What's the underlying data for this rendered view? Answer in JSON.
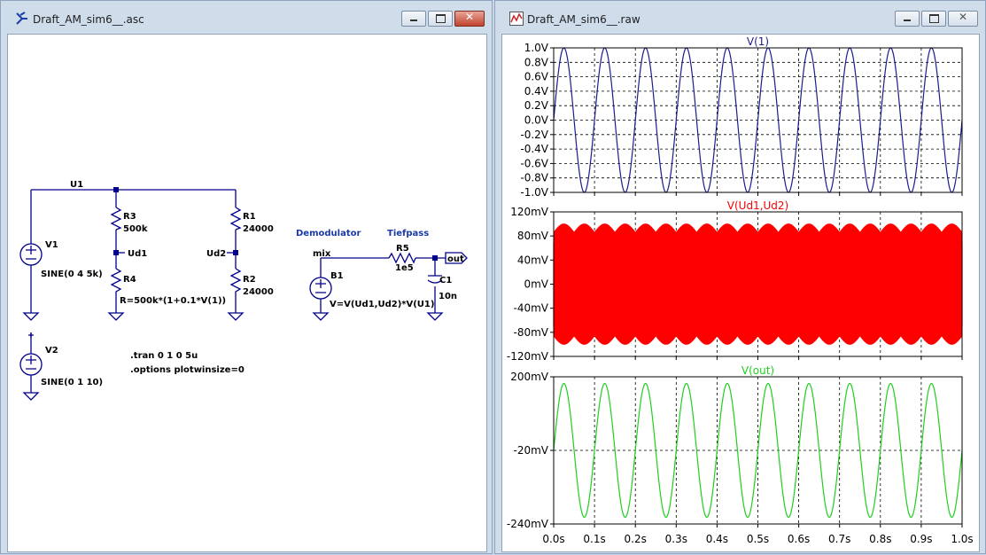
{
  "schematic_window": {
    "title": "Draft_AM_sim6__.asc",
    "controls": {
      "minimize": "minimize",
      "maximize": "maximize",
      "close": "✕"
    },
    "labels": {
      "U1": "U1",
      "R3": "R3",
      "R3_val": "500k",
      "Ud1": "Ud1",
      "R4": "R4",
      "R4_val": "R=500k*(1+0.1*V(1))",
      "R1": "R1",
      "R1_val": "24000",
      "Ud2": "Ud2",
      "R2": "R2",
      "R2_val": "24000",
      "V1": "V1",
      "V1_val": "SINE(0 4 5k)",
      "V2": "V2",
      "V2_val": "SINE(0 1 10)",
      "demodulator": "Demodulator",
      "tiefpass": "Tiefpass",
      "mix": "mix",
      "R5": "R5",
      "R5_val": "1e5",
      "out": "out",
      "C1": "C1",
      "C1_val": "10n",
      "B1": "B1",
      "B1_val": "V=V(Ud1,Ud2)*V(U1)",
      "tran": ".tran 0 1 0 5u",
      "options": ".options plotwinsize=0"
    }
  },
  "waveform_window": {
    "title": "Draft_AM_sim6__.raw",
    "controls": {
      "minimize": "minimize",
      "maximize": "maximize",
      "close": "✕"
    },
    "x_ticks": [
      "0.0s",
      "0.1s",
      "0.2s",
      "0.3s",
      "0.4s",
      "0.5s",
      "0.6s",
      "0.7s",
      "0.8s",
      "0.9s",
      "1.0s"
    ]
  },
  "colors": {
    "trace_v1": "#1c1c8c",
    "trace_vdiff": "#ff0000",
    "trace_vout": "#1fcf1f",
    "wire": "#00008b",
    "grid": "#000000"
  },
  "chart_data": [
    {
      "type": "line",
      "title": "V(1)",
      "x_range": [
        0,
        1.0
      ],
      "ylim": [
        -1.0,
        1.0
      ],
      "y_ticks": [
        "1.0V",
        "0.8V",
        "0.6V",
        "0.4V",
        "0.2V",
        "0.0V",
        "-0.2V",
        "-0.4V",
        "-0.6V",
        "-0.8V",
        "-1.0V"
      ],
      "series": [
        {
          "name": "V(1)",
          "function": "sine",
          "amplitude": 1.0,
          "frequency_hz": 10,
          "offset": 0
        }
      ]
    },
    {
      "type": "line",
      "title": "V(Ud1,Ud2)",
      "x_range": [
        0,
        1.0
      ],
      "ylim": [
        -120,
        120
      ],
      "y_ticks": [
        "120mV",
        "80mV",
        "40mV",
        "0mV",
        "-40mV",
        "-80mV",
        "-120mV"
      ],
      "series": [
        {
          "name": "V(Ud1,Ud2)",
          "function": "am_sine",
          "carrier_amplitude_mv": 100,
          "modulation_depth": 0.05,
          "carrier_frequency_hz": 5000,
          "envelope_frequency_hz": 20
        }
      ]
    },
    {
      "type": "line",
      "title": "V(out)",
      "x_range": [
        0,
        1.0
      ],
      "ylim": [
        -240,
        200
      ],
      "y_ticks": [
        "200mV",
        "-20mV",
        "-240mV"
      ],
      "series": [
        {
          "name": "V(out)",
          "function": "sine",
          "amplitude_mv": 200,
          "frequency_hz": 10,
          "offset_mv": -20
        }
      ]
    }
  ]
}
